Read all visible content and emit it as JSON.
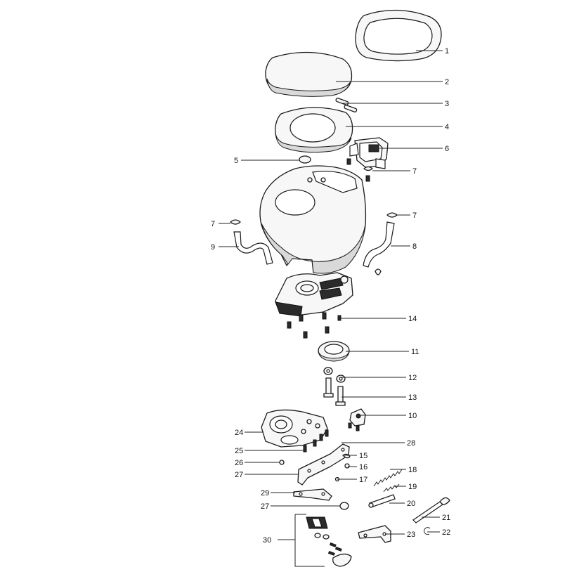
{
  "diagram": {
    "type": "exploded-parts-diagram",
    "colors": {
      "line": "#1a1a1a",
      "part_fill": "#f7f7f7",
      "background": "#ffffff"
    },
    "callouts": [
      "1",
      "2",
      "3",
      "4",
      "5",
      "6",
      "7",
      "7",
      "7",
      "8",
      "9",
      "10",
      "11",
      "12",
      "13",
      "14",
      "15",
      "16",
      "17",
      "18",
      "19",
      "20",
      "21",
      "22",
      "23",
      "24",
      "25",
      "26",
      "27",
      "27",
      "28",
      "29",
      "30"
    ]
  }
}
